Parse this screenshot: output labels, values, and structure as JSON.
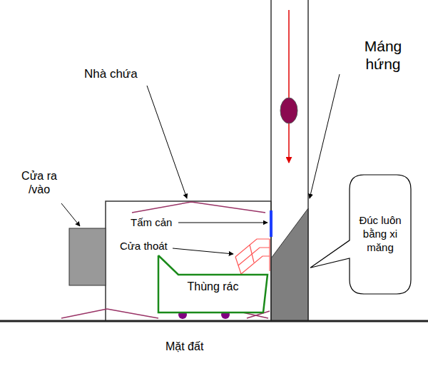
{
  "diagram": {
    "nodes": [
      {
        "text": [
          "Đúc luôn bằng xi măng"
        ]
      },
      {
        "text": [
          "Thùng rác"
        ]
      }
    ],
    "labels": [
      "Máng hứng",
      "Nhà chứa",
      "Cửa ra /vào",
      "Tấm cản",
      "Cửa thoát",
      "Mặt đất"
    ]
  }
}
